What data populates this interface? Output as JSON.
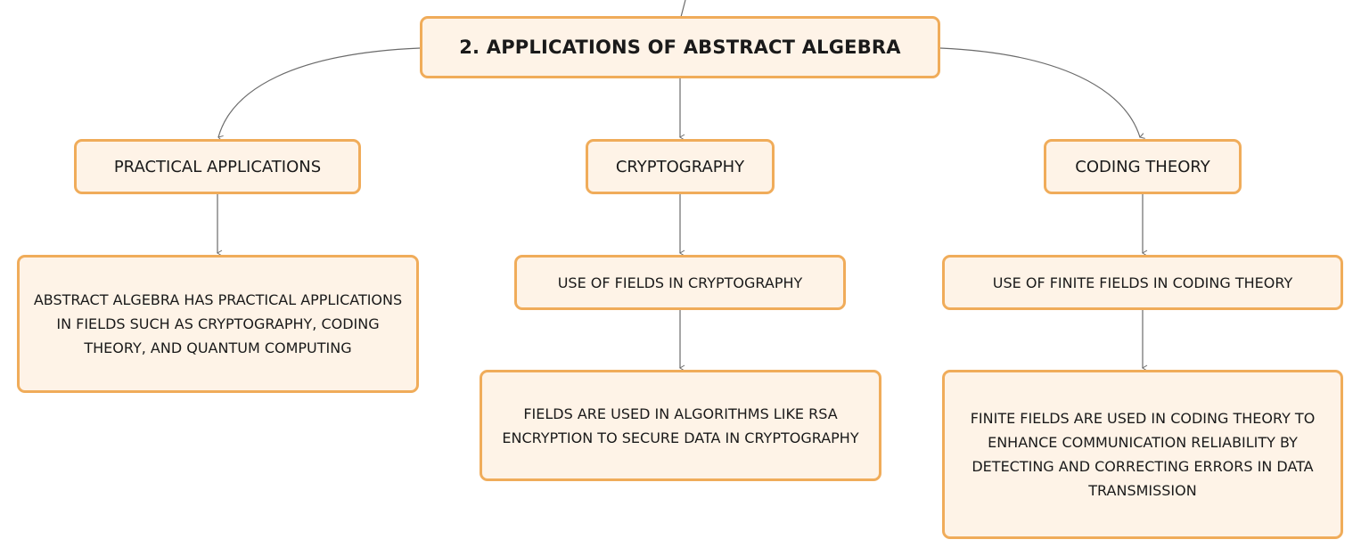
{
  "diagram": {
    "root": {
      "label": "2. APPLICATIONS OF ABSTRACT ALGEBRA"
    },
    "branches": [
      {
        "label": "PRACTICAL APPLICATIONS",
        "detail": "ABSTRACT ALGEBRA HAS PRACTICAL APPLICATIONS IN FIELDS SUCH AS CRYPTOGRAPHY, CODING THEORY, AND QUANTUM COMPUTING"
      },
      {
        "label": "CRYPTOGRAPHY",
        "sub": "USE OF FIELDS IN CRYPTOGRAPHY",
        "detail": "FIELDS ARE USED IN ALGORITHMS LIKE RSA ENCRYPTION TO SECURE DATA IN CRYPTOGRAPHY"
      },
      {
        "label": "CODING THEORY",
        "sub": "USE OF FINITE FIELDS IN CODING THEORY",
        "detail": "FINITE FIELDS ARE USED IN CODING THEORY TO ENHANCE COMMUNICATION RELIABILITY BY DETECTING AND CORRECTING ERRORS IN DATA TRANSMISSION"
      }
    ]
  },
  "colors": {
    "node_fill": "#fef3e7",
    "node_border": "#f0ac5a",
    "connector": "#6b6b6b",
    "text": "#1a1a1a"
  }
}
